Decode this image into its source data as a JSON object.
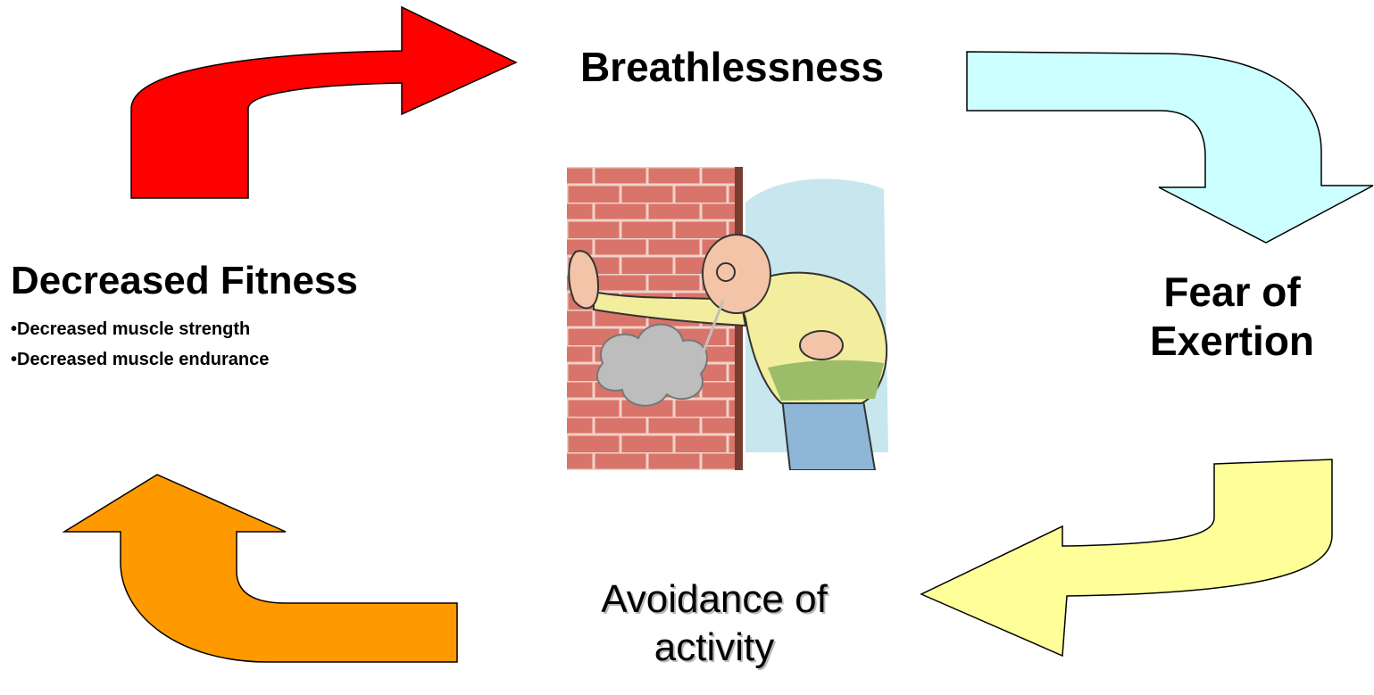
{
  "cycle": {
    "breathlessness": "Breathlessness",
    "fear_line1": "Fear of",
    "fear_line2": "Exertion",
    "avoidance_line1": "Avoidance of",
    "avoidance_line2": "activity",
    "fitness_title": "Decreased Fitness",
    "fitness_points": [
      "Decreased muscle strength",
      "Decreased muscle endurance"
    ]
  },
  "colors": {
    "arrow_red": "#ff0000",
    "arrow_cyan": "#ccffff",
    "arrow_yellow": "#ffff99",
    "arrow_orange": "#ff9900"
  },
  "illustration": "breathless-man-leaning-on-brick-wall"
}
